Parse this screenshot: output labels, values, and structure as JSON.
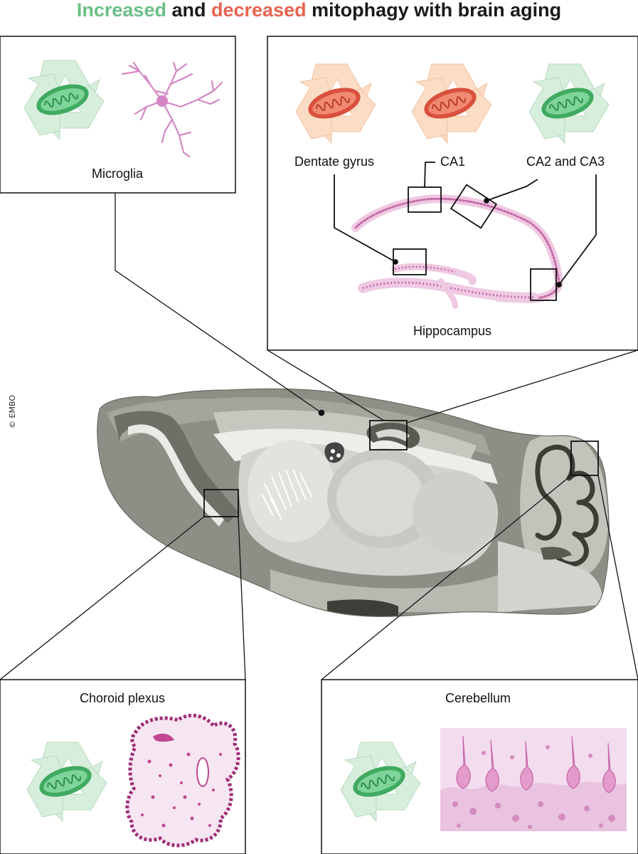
{
  "title": {
    "increased": "Increased",
    "and": "and",
    "decreased": "decreased",
    "rest": "mitophagy with brain aging"
  },
  "colors": {
    "increased": "#6cbf86",
    "decreased": "#e8634f",
    "recycle_increased": "#d8eedd",
    "recycle_decreased": "#fbdcc4",
    "stain": "#c0468f"
  },
  "panels": {
    "microglia": {
      "label": "Microglia",
      "mitophagy": "increased",
      "icon": "recycle-mitochondrion-icon"
    },
    "hippocampus": {
      "label": "Hippocampus",
      "regions": [
        {
          "label": "Dentate gyrus",
          "mitophagy": "decreased"
        },
        {
          "label": "CA1",
          "mitophagy": "decreased"
        },
        {
          "label": "CA2 and CA3",
          "mitophagy": "increased"
        }
      ]
    },
    "choroid_plexus": {
      "label": "Choroid plexus",
      "mitophagy": "increased"
    },
    "cerebellum": {
      "label": "Cerebellum",
      "mitophagy": "increased"
    }
  },
  "credit": "© EMBO"
}
